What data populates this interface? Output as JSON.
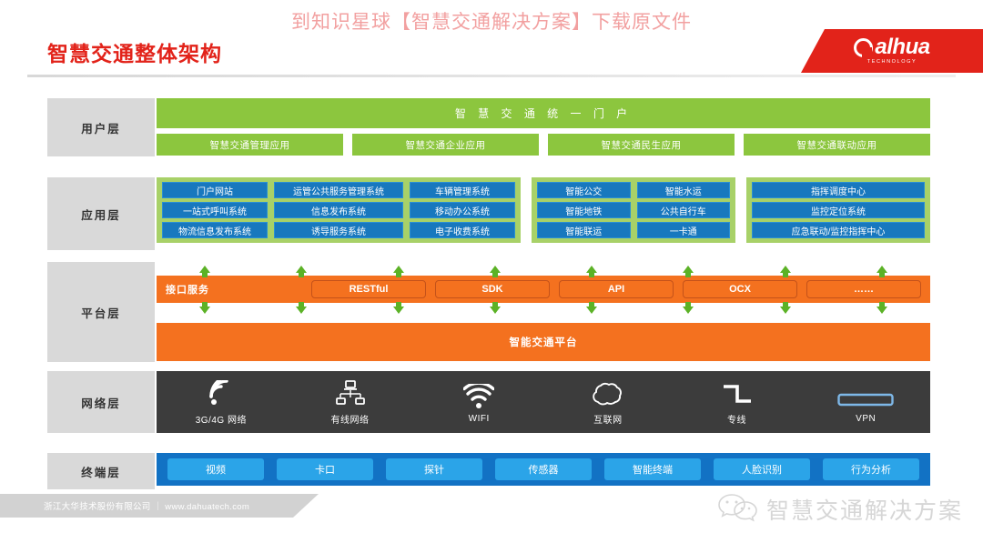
{
  "header": {
    "promo_text": "到知识星球【智慧交通解决方案】下载原文件",
    "title": "智慧交通整体架构",
    "logo_text": "alhua",
    "logo_sub": "TECHNOLOGY",
    "brand_red": "#e2231a"
  },
  "layers": {
    "user": {
      "label": "用户层",
      "portal": "智 慧 交 通 统 一 门 户",
      "apps": [
        "智慧交通管理应用",
        "智慧交通企业应用",
        "智慧交通民生应用",
        "智慧交通联动应用"
      ],
      "color": "#8cc63e"
    },
    "application": {
      "label": "应用层",
      "panel_color": "#a8d168",
      "box_color": "#1878be",
      "groups": [
        {
          "rows": [
            [
              "门户网站",
              "运管公共服务管理系统",
              "车辆管理系统"
            ],
            [
              "一站式呼叫系统",
              "信息发布系统",
              "移动办公系统"
            ],
            [
              "物流信息发布系统",
              "诱导服务系统",
              "电子收费系统"
            ]
          ]
        },
        {
          "rows": [
            [
              "智能公交",
              "智能水运"
            ],
            [
              "智能地铁",
              "公共自行车"
            ],
            [
              "智能联运",
              "一卡通"
            ]
          ]
        },
        {
          "rows": [
            [
              "指挥调度中心"
            ],
            [
              "监控定位系统"
            ],
            [
              "应急联动/监控指挥中心"
            ]
          ]
        }
      ]
    },
    "platform": {
      "label": "平台层",
      "interface_label": "接口服务",
      "interfaces": [
        "RESTful",
        "SDK",
        "API",
        "OCX",
        "……"
      ],
      "platform_name": "智能交通平台",
      "color": "#f4711f",
      "arrow_color": "#5cb226",
      "arrow_count": 8
    },
    "network": {
      "label": "网络层",
      "color": "#3c3c3c",
      "items": [
        {
          "label": "3G/4G 网络",
          "icon": "signal-bars-icon"
        },
        {
          "label": "有线网络",
          "icon": "wired-network-icon"
        },
        {
          "label": "WIFI",
          "icon": "wifi-icon"
        },
        {
          "label": "互联网",
          "icon": "cloud-icon"
        },
        {
          "label": "专线",
          "icon": "dedicated-line-icon"
        },
        {
          "label": "VPN",
          "icon": "vpn-tunnel-icon"
        }
      ]
    },
    "terminal": {
      "label": "终端层",
      "band_color": "#1272c4",
      "pill_color": "#2ba4e8",
      "items": [
        "视频",
        "卡口",
        "探针",
        "传感器",
        "智能终端",
        "人脸识别",
        "行为分析"
      ]
    }
  },
  "footer": {
    "company": "浙江大华技术股份有限公司",
    "separator": "|",
    "website": "www.dahuatech.com",
    "full": "浙江大华技术股份有限公司 ｜ www.dahuatech.com"
  },
  "watermark": {
    "wechat_icon": "wechat-icon",
    "text": "智慧交通解决方案"
  }
}
